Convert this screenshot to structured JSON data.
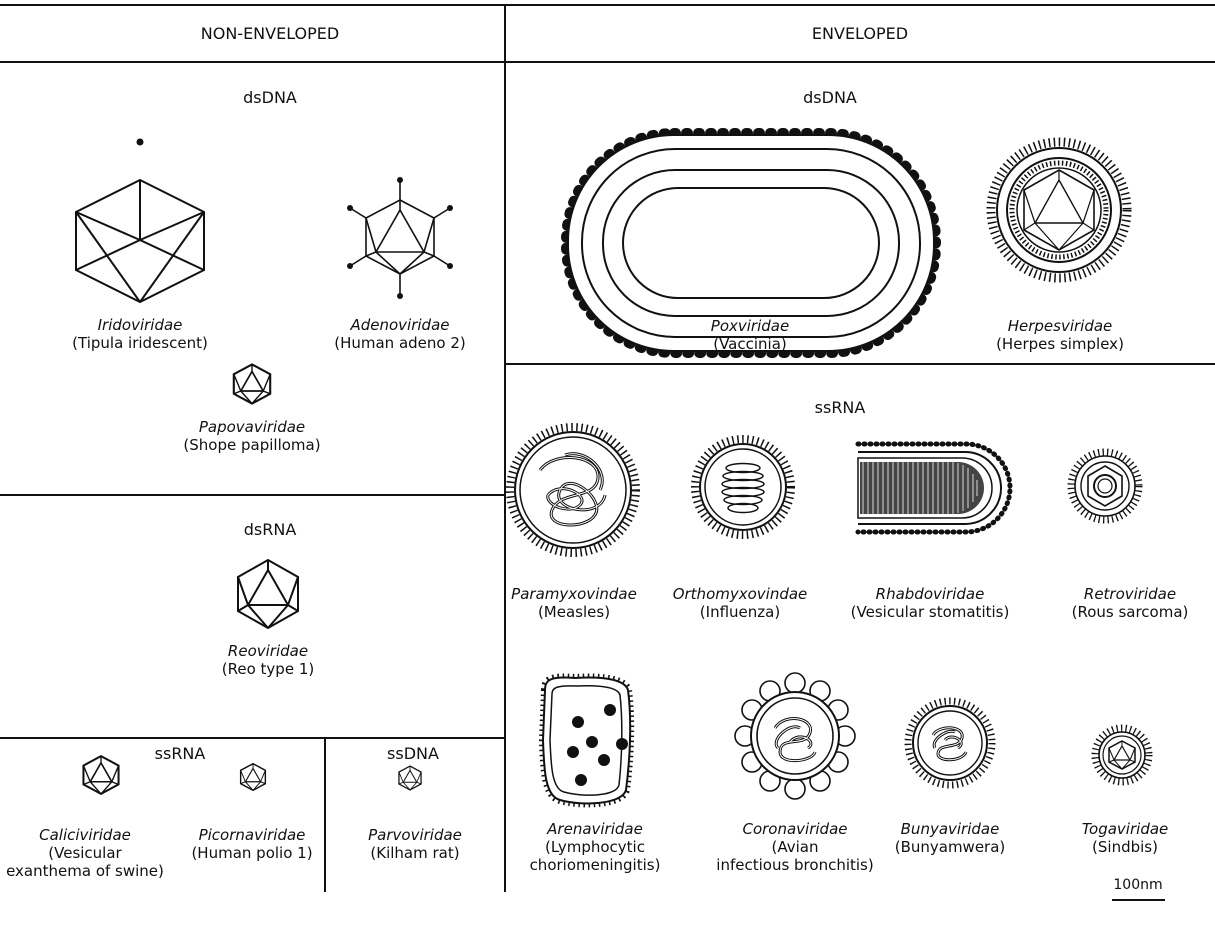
{
  "headers": {
    "non_enveloped": "NON-ENVELOPED",
    "enveloped": "ENVELOPED"
  },
  "sections": {
    "ne_dsdna": "dsDNA",
    "ne_dsrna": "dsRNA",
    "ne_ssrna": "ssRNA",
    "ne_ssdna": "ssDNA",
    "env_dsdna": "dsDNA",
    "env_ssrna": "ssRNA"
  },
  "viruses": {
    "iridoviridae": {
      "family": "Iridoviridae",
      "example": "(Tipula iridescent)"
    },
    "adenoviridae": {
      "family": "Adenoviridae",
      "example": "(Human adeno 2)"
    },
    "papovaviridae": {
      "family": "Papovaviridae",
      "example": "(Shope papilloma)"
    },
    "reoviridae": {
      "family": "Reoviridae",
      "example": "(Reo type 1)"
    },
    "caliciviridae": {
      "family": "Caliciviridae",
      "example_1": "(Vesicular",
      "example_2": "exanthema of swine)"
    },
    "picornaviridae": {
      "family": "Picornaviridae",
      "example": "(Human polio 1)"
    },
    "parvoviridae": {
      "family": "Parvoviridae",
      "example": "(Kilham rat)"
    },
    "poxviridae": {
      "family": "Poxviridae",
      "example": "(Vaccinia)"
    },
    "herpesviridae": {
      "family": "Herpesviridae",
      "example": "(Herpes simplex)"
    },
    "paramyxoviridae": {
      "family": "Paramyxovindae",
      "example": "(Measles)"
    },
    "orthomyxoviridae": {
      "family": "Orthomyxovindae",
      "example": "(Influenza)"
    },
    "rhabdoviridae": {
      "family": "Rhabdoviridae",
      "example": "(Vesicular stomatitis)"
    },
    "retroviridae": {
      "family": "Retroviridae",
      "example": "(Rous sarcoma)"
    },
    "arenaviridae": {
      "family": "Arenaviridae",
      "example_1": "(Lymphocytic",
      "example_2": "choriomeningitis)"
    },
    "coronaviridae": {
      "family": "Coronaviridae",
      "example_1": "(Avian",
      "example_2": "infectious bronchitis)"
    },
    "bunyaviridae": {
      "family": "Bunyaviridae",
      "example": "(Bunyamwera)"
    },
    "togaviridae": {
      "family": "Togaviridae",
      "example": "(Sindbis)"
    }
  },
  "scale_bar": "100nm"
}
